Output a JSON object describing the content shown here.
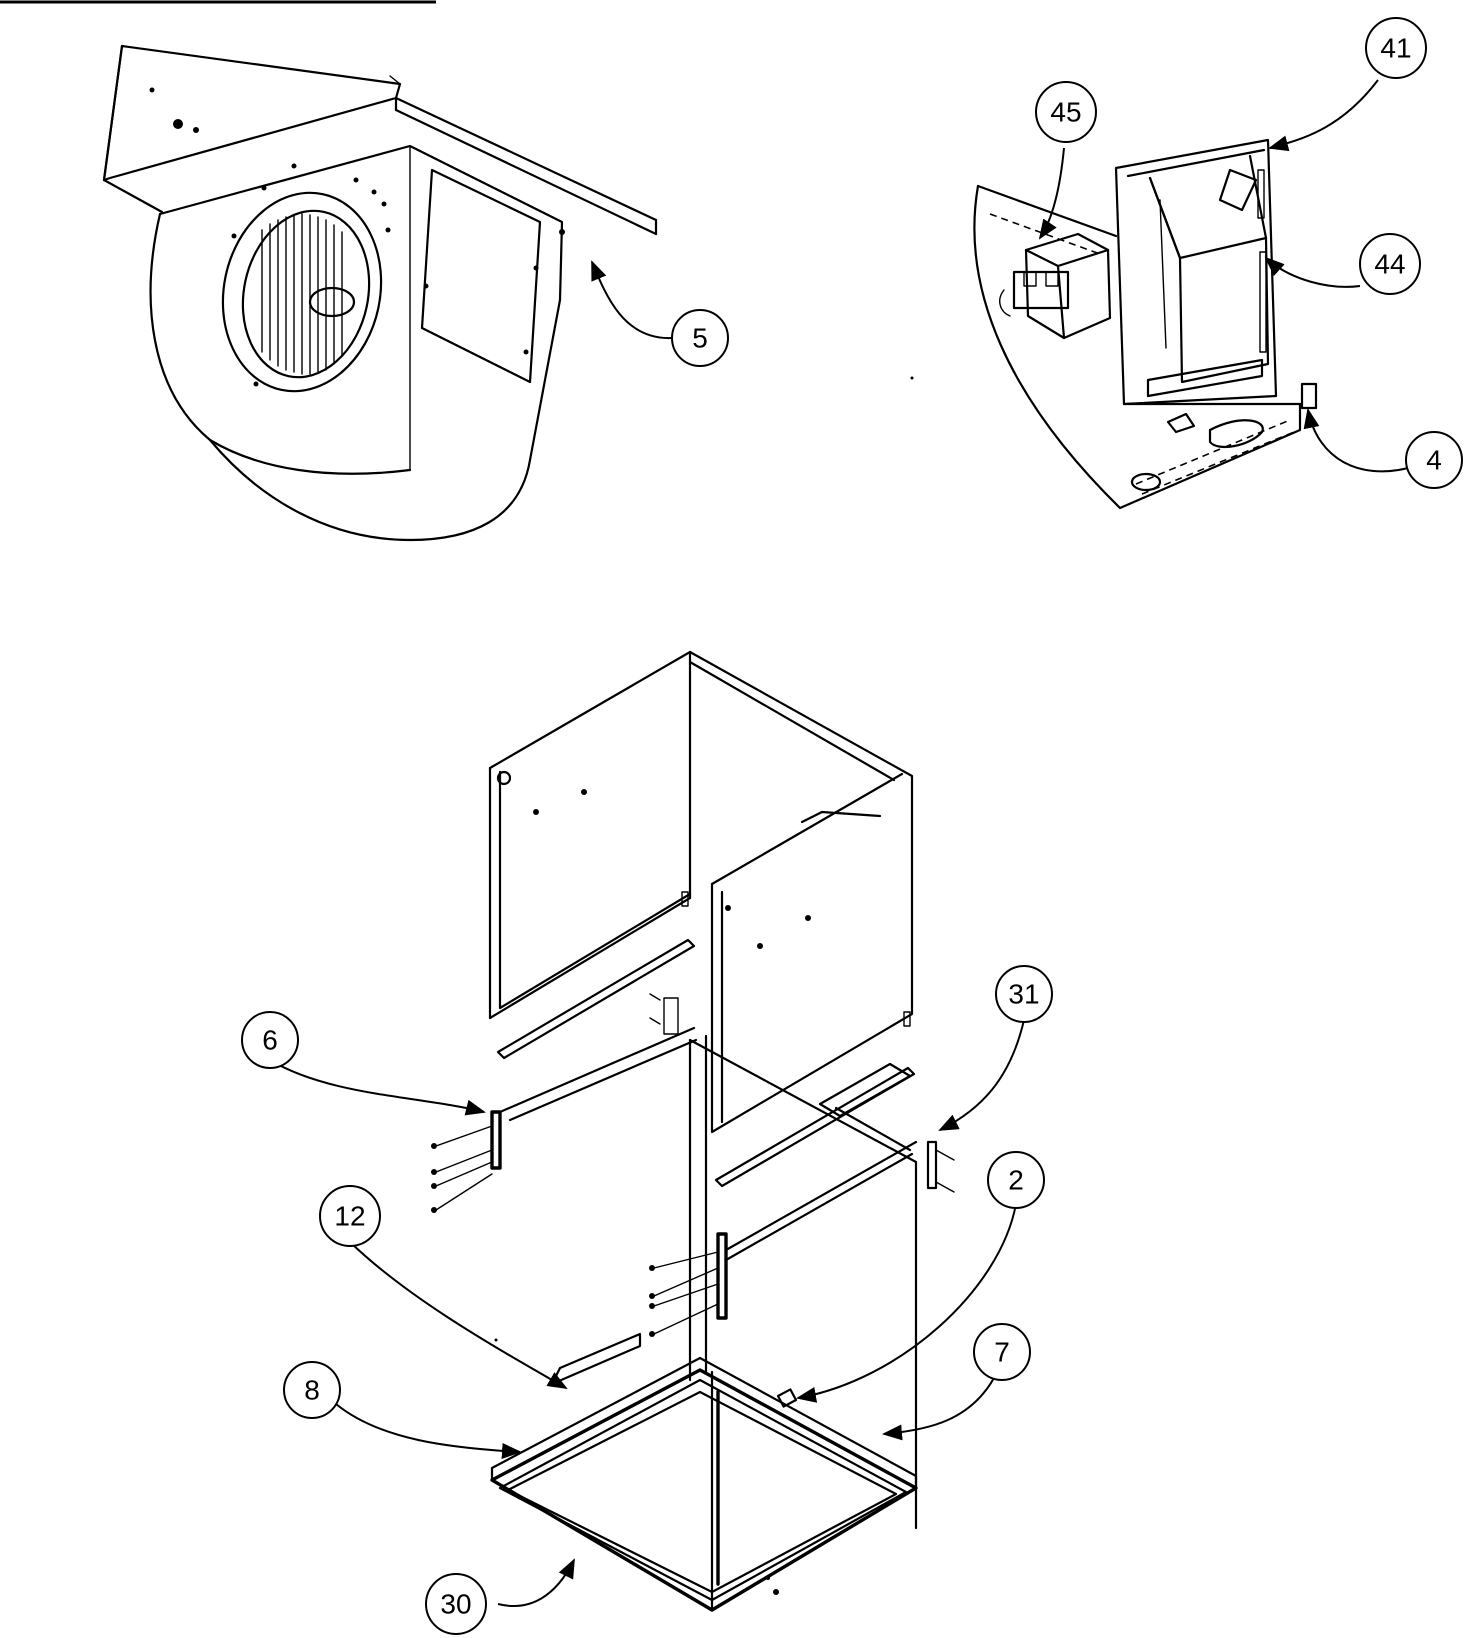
{
  "callouts": [
    {
      "id": "5",
      "label": "5"
    },
    {
      "id": "45",
      "label": "45"
    },
    {
      "id": "41",
      "label": "41"
    },
    {
      "id": "44",
      "label": "44"
    },
    {
      "id": "4",
      "label": "4"
    },
    {
      "id": "31",
      "label": "31"
    },
    {
      "id": "6",
      "label": "6"
    },
    {
      "id": "2",
      "label": "2"
    },
    {
      "id": "12",
      "label": "12"
    },
    {
      "id": "7",
      "label": "7"
    },
    {
      "id": "8",
      "label": "8"
    },
    {
      "id": "30",
      "label": "30"
    }
  ]
}
